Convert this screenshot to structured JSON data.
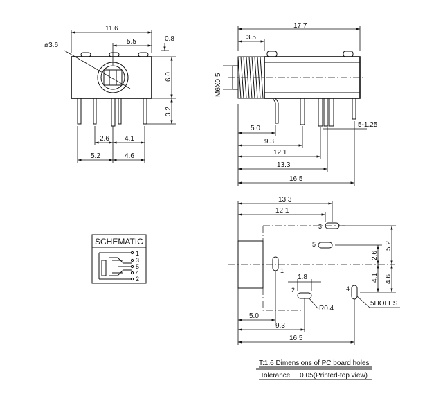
{
  "front_view": {
    "dims": {
      "width": "11.6",
      "right_offset": "5.5",
      "pin_offset": "0.8",
      "bore": "ø3.6",
      "height": "6.0",
      "pin_length": "3.2",
      "pin_pitch_a": "2.6",
      "pin_pitch_b": "4.1",
      "bottom_left": "5.2",
      "bottom_right": "4.6"
    }
  },
  "side_view": {
    "dims": {
      "total": "17.7",
      "thread_len": "3.5",
      "thread": "M6X0.5",
      "d5": "5.0",
      "d93": "9.3",
      "d121": "12.1",
      "d133": "13.3",
      "d165": "16.5",
      "d5_125": "5-1.25"
    }
  },
  "schematic": {
    "title": "SCHEMATIC",
    "pins": [
      "1",
      "3",
      "5",
      "4",
      "2"
    ]
  },
  "pcb_layout": {
    "dims": {
      "top_133": "13.3",
      "top_121": "12.1",
      "r52": "5.2",
      "r26": "2.6",
      "r41": "4.1",
      "r46": "4.6",
      "d18": "1.8",
      "r04": "R0.4",
      "b50": "5.0",
      "b93": "9.3",
      "b165": "16.5",
      "holes": "5HOLES"
    },
    "hole_labels": [
      "3",
      "5",
      "1",
      "2",
      "4"
    ]
  },
  "notes": {
    "line1": "T:1.6 Dimensions of PC board holes",
    "line2": "Tolerance : ±0.05(Printed-top view)"
  }
}
